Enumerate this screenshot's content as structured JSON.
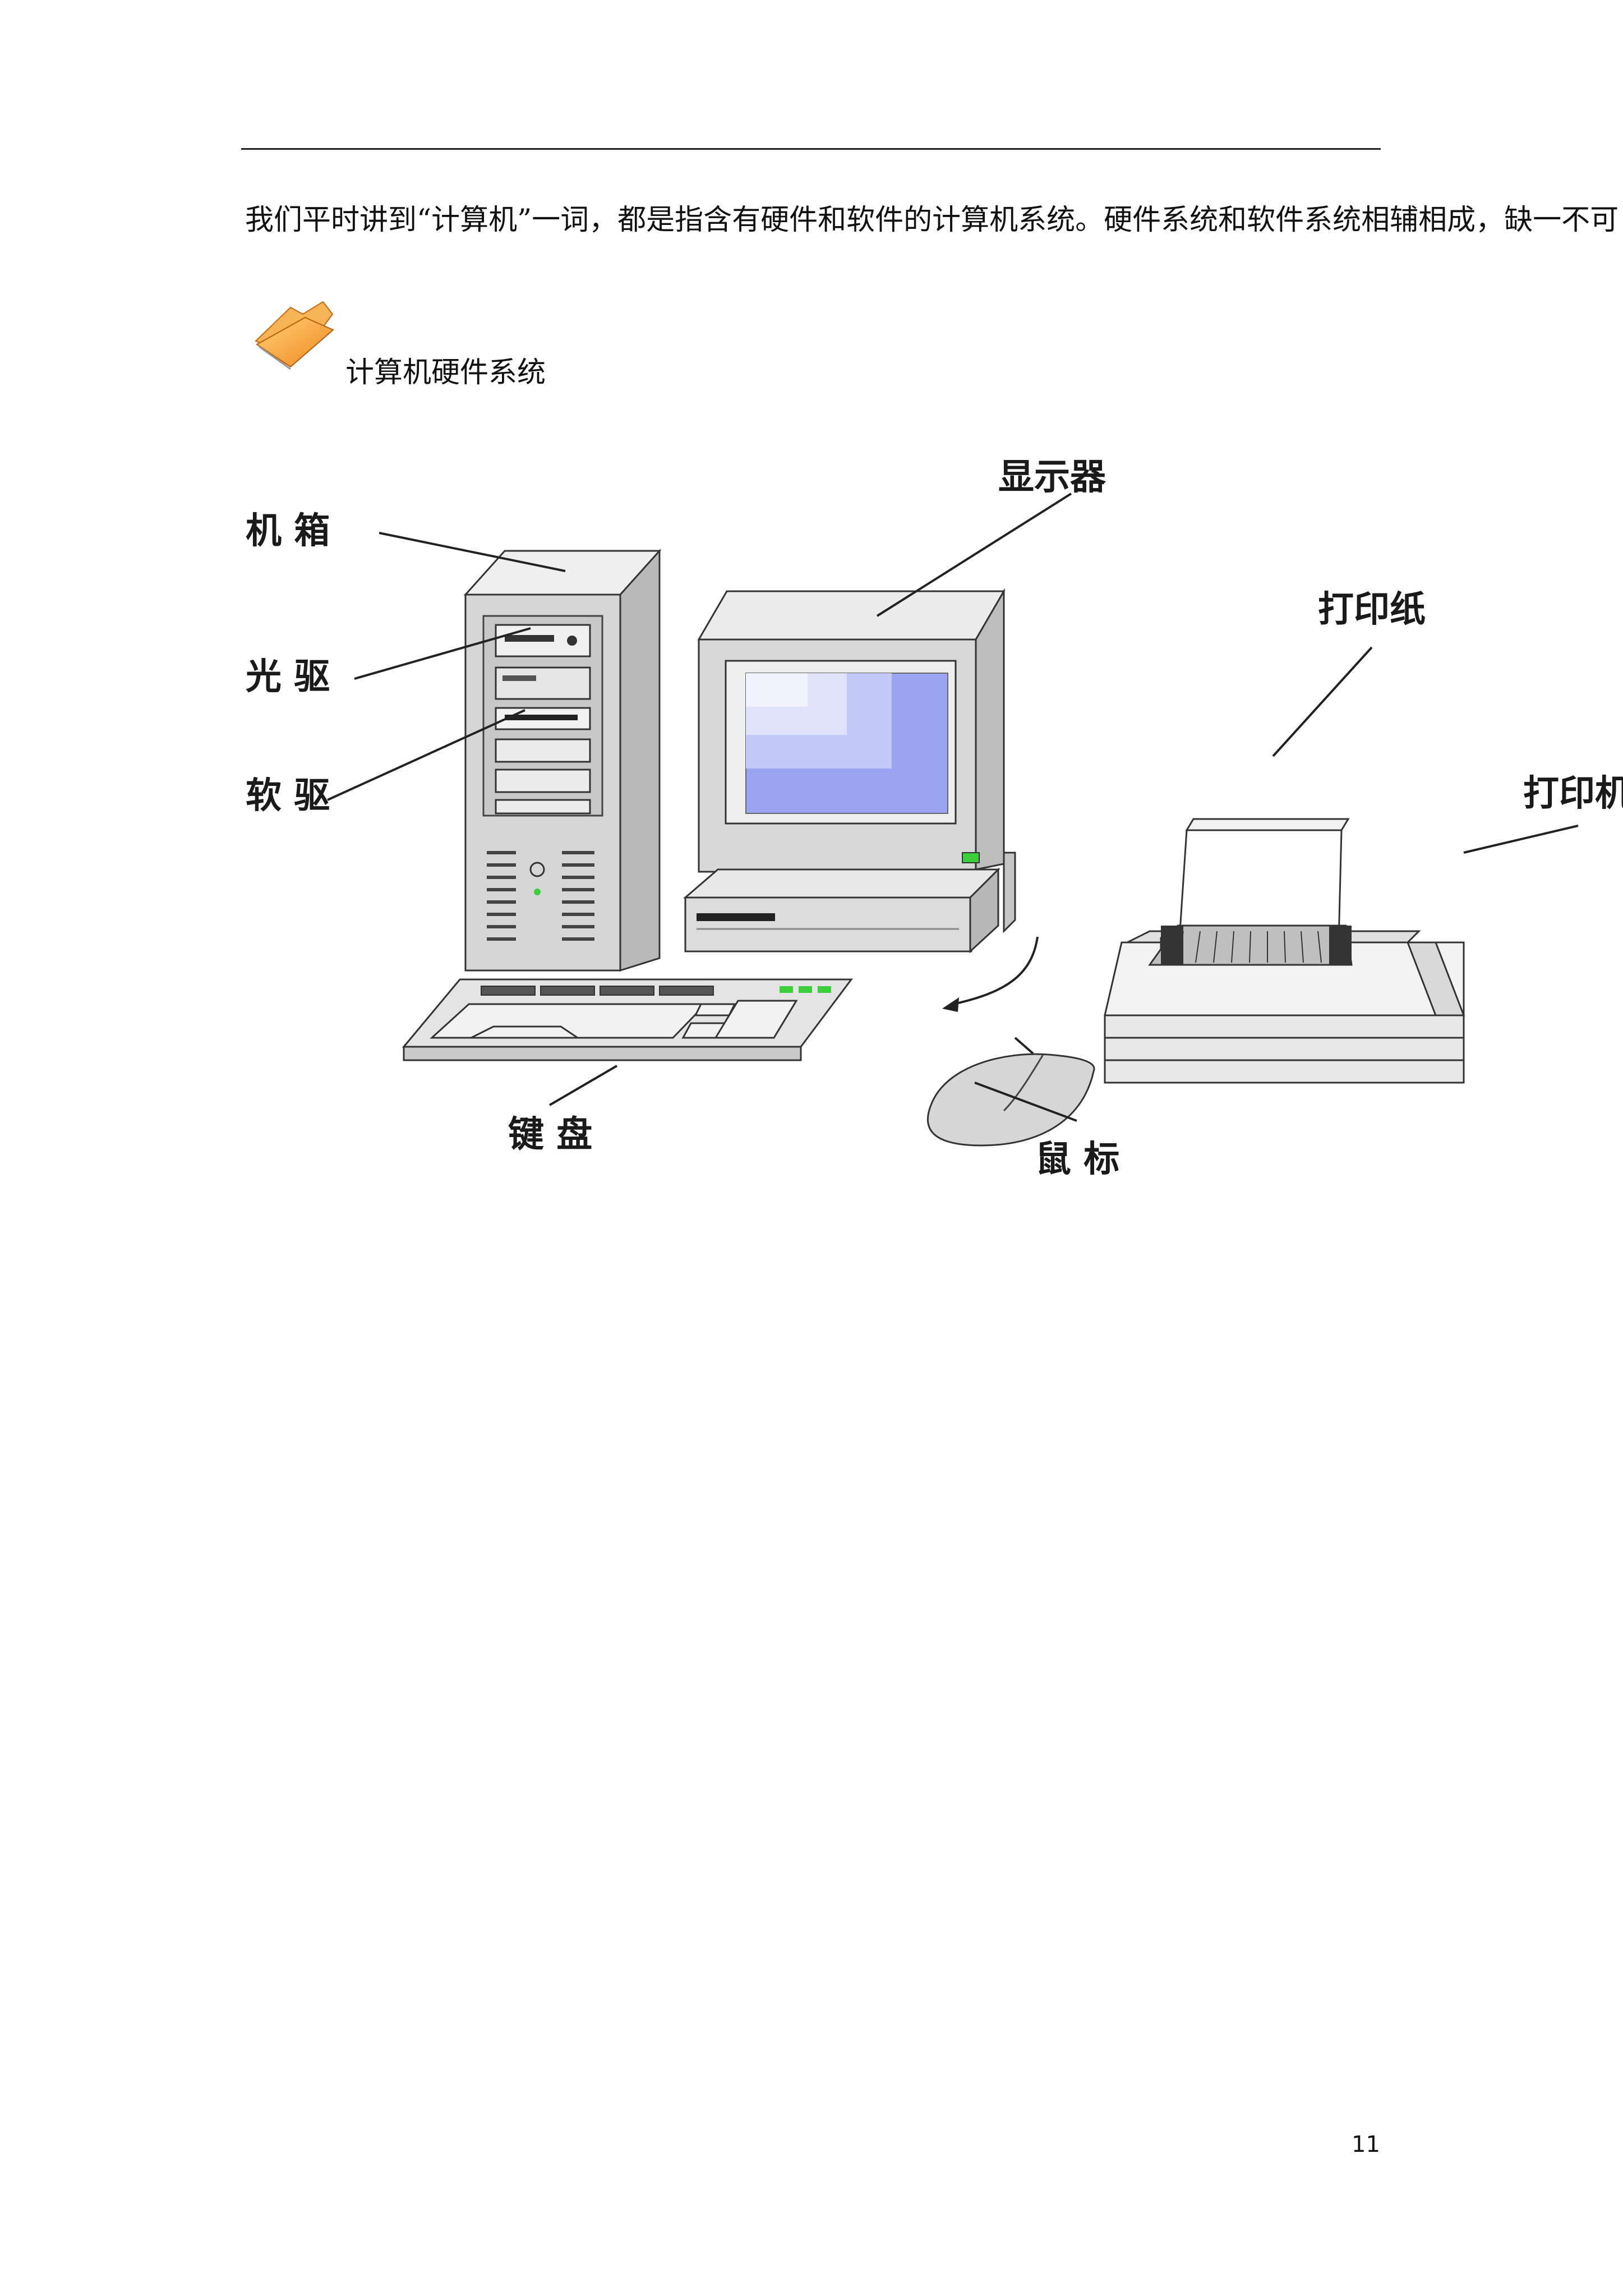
{
  "page": {
    "intro_text": "我们平时讲到“计算机”一词，都是指含有硬件和软件的计算机系统。硬件系统和软件系统相辅相成，缺一不可",
    "section_heading": "计算机硬件系统",
    "page_number": "11"
  },
  "figure": {
    "labels": {
      "case": "机 箱",
      "cdrom": "光 驱",
      "floppy": "软 驱",
      "monitor": "显示器",
      "paper": "打印纸",
      "printer": "打印机",
      "keyboard": "键 盘",
      "mouse": "鼠 标"
    }
  },
  "colors": {
    "folder": "#f39a2a",
    "screen": "#9aa4f2",
    "led": "#3ccf3c"
  }
}
